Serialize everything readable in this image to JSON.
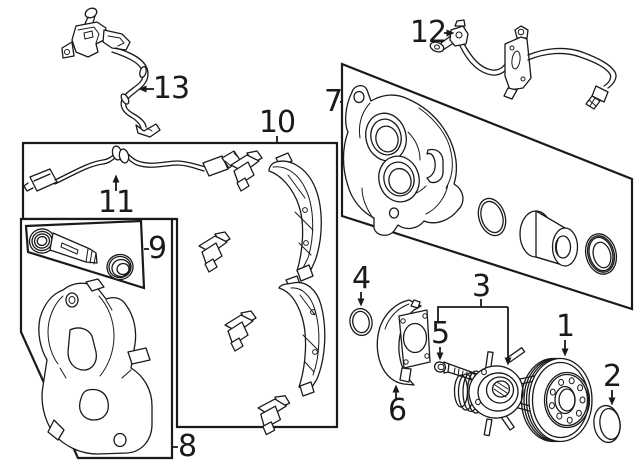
{
  "diagram": {
    "background_color": "#ffffff",
    "line_color": "#1a1a1a",
    "callouts": [
      {
        "id": "1"
      },
      {
        "id": "2"
      },
      {
        "id": "3"
      },
      {
        "id": "4"
      },
      {
        "id": "5"
      },
      {
        "id": "6"
      },
      {
        "id": "7"
      },
      {
        "id": "8"
      },
      {
        "id": "9"
      },
      {
        "id": "10"
      },
      {
        "id": "11"
      },
      {
        "id": "12"
      },
      {
        "id": "13"
      }
    ]
  }
}
